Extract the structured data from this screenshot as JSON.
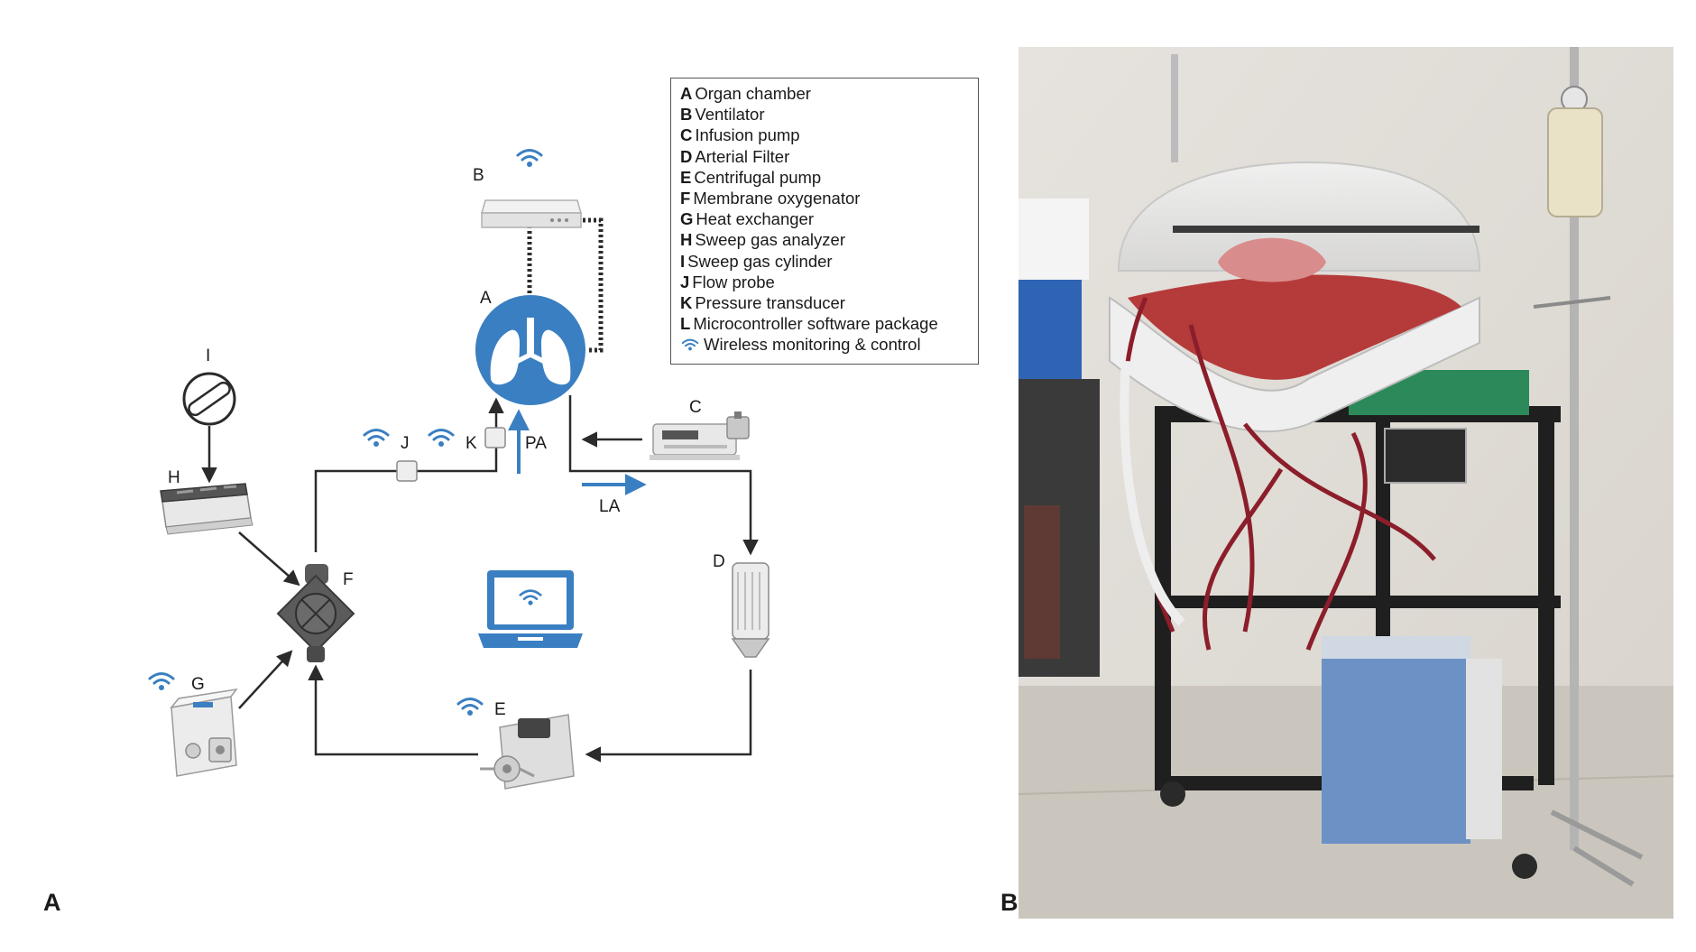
{
  "panel_a": {
    "letter": "A",
    "legend": {
      "items": [
        {
          "key": "A",
          "text": "Organ chamber"
        },
        {
          "key": "B",
          "text": "Ventilator"
        },
        {
          "key": "C",
          "text": "Infusion pump"
        },
        {
          "key": "D",
          "text": "Arterial Filter"
        },
        {
          "key": "E",
          "text": "Centrifugal pump"
        },
        {
          "key": "F",
          "text": "Membrane oxygenator"
        },
        {
          "key": "G",
          "text": "Heat exchanger"
        },
        {
          "key": "H",
          "text": "Sweep gas analyzer"
        },
        {
          "key": "I",
          "text": "Sweep gas cylinder"
        },
        {
          "key": "J",
          "text": "Flow probe"
        },
        {
          "key": "K",
          "text": "Pressure transducer"
        },
        {
          "key": "L",
          "text": "Microcontroller software package"
        }
      ],
      "wireless_text": "Wireless monitoring & control"
    },
    "labels": {
      "A": "A",
      "B": "B",
      "C": "C",
      "D": "D",
      "E": "E",
      "F": "F",
      "G": "G",
      "H": "H",
      "I": "I",
      "J": "J",
      "K": "K",
      "PA": "PA",
      "LA": "LA"
    },
    "colors": {
      "accent_blue": "#3a7fc1",
      "line": "#2b2b2b",
      "device_gray": "#d9d9d9"
    }
  },
  "panel_b": {
    "letter": "B"
  }
}
